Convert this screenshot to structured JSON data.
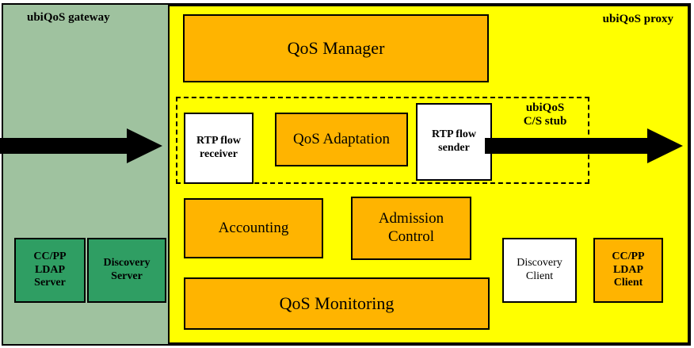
{
  "diagram": {
    "title_gateway": "ubiQoS gateway",
    "title_proxy": "ubiQoS proxy",
    "stub_label": "ubiQoS\nC/S stub",
    "boxes": {
      "qos_manager": "QoS Manager",
      "rtp_flow_receiver": "RTP flow\nreceiver",
      "qos_adaptation": "QoS Adaptation",
      "rtp_flow_sender": "RTP flow\nsender",
      "accounting": "Accounting",
      "admission_control": "Admission\nControl",
      "qos_monitoring": "QoS Monitoring",
      "discovery_client": "Discovery\nClient",
      "ccpp_ldap_server": "CC/PP\nLDAP\nServer",
      "discovery_server": "Discovery\nServer",
      "ccpp_ldap_client": "CC/PP\nLDAP\nClient"
    },
    "colors": {
      "gateway_bg": "#9fc29f",
      "proxy_bg": "#ffff00",
      "component_bg": "#ffb400",
      "stub_component_bg": "#ffffff",
      "server_bg": "#2f9e63",
      "outline": "#000000"
    }
  }
}
